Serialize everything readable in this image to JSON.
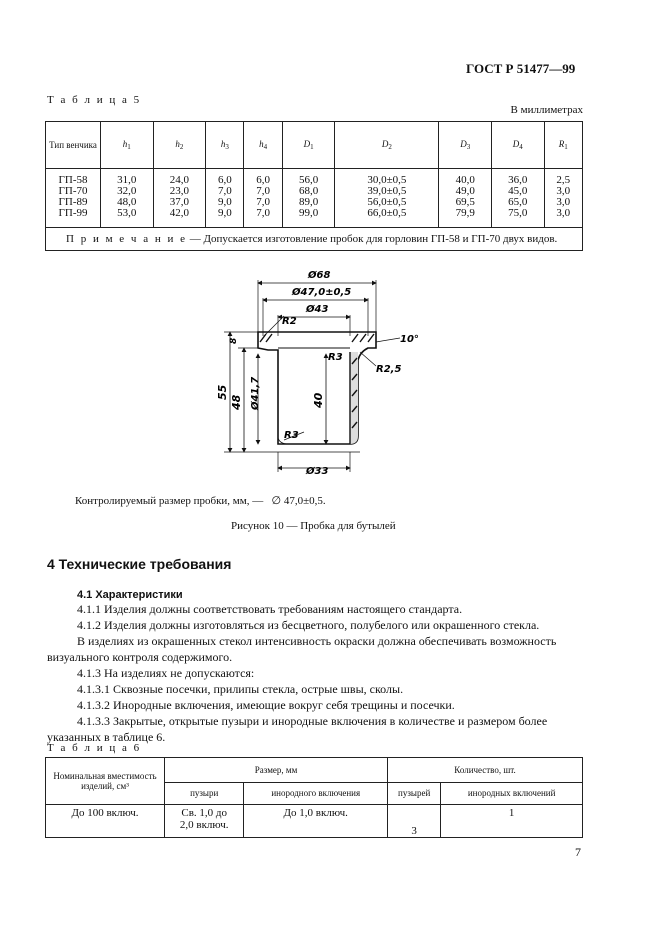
{
  "header": {
    "standard": "ГОСТ Р 51477—99"
  },
  "table5": {
    "caption": "Т а б л и ц а  5",
    "units": "В миллиметрах",
    "col_type": "Тип венчика",
    "headers": [
      "h",
      "h",
      "h",
      "h",
      "D",
      "D",
      "D",
      "D",
      "R"
    ],
    "header_subs": [
      "1",
      "2",
      "3",
      "4",
      "1",
      "2",
      "3",
      "4",
      "1"
    ],
    "columns": [
      [
        "ГП-58",
        "ГП-70",
        "ГП-89",
        "ГП-99"
      ],
      [
        "31,0",
        "32,0",
        "48,0",
        "53,0"
      ],
      [
        "24,0",
        "23,0",
        "37,0",
        "42,0"
      ],
      [
        "6,0",
        "7,0",
        "9,0",
        "9,0"
      ],
      [
        "6,0",
        "7,0",
        "7,0",
        "7,0"
      ],
      [
        "56,0",
        "68,0",
        "89,0",
        "99,0"
      ],
      [
        "30,0±0,5",
        "39,0±0,5",
        "56,0±0,5",
        "66,0±0,5"
      ],
      [
        "40,0",
        "49,0",
        "69,5",
        "79,9"
      ],
      [
        "36,0",
        "45,0",
        "65,0",
        "75,0"
      ],
      [
        "2,5",
        "3,0",
        "3,0",
        "3,0"
      ]
    ],
    "note_label": "П р и м е ч а н и е",
    "note_text": " — Допускается изготовление пробок для горловин ГП-58 и ГП-70 двух видов."
  },
  "figure": {
    "dims": {
      "d68": "Ø68",
      "d47": "Ø47,0±0,5",
      "d43": "Ø43",
      "r2": "R2",
      "eight": "8",
      "angle": "10°",
      "r3_top": "R3",
      "r25": "R2,5",
      "h55": "55",
      "h48": "48",
      "d41": "Ø41,7",
      "h40": "40",
      "r3_bot": "R3",
      "d33": "Ø33"
    },
    "control_label": "Контролируемый размер пробки, мм, —",
    "control_value": "∅ 47,0±0,5.",
    "caption": "Рисунок 10 — Пробка для бутылей"
  },
  "section": {
    "title": "4 Технические требования",
    "sub": "4.1 Характеристики",
    "paragraphs": [
      "4.1.1  Изделия должны соответствовать требованиям настоящего стандарта.",
      "4.1.2  Изделия должны изготовляться из бесцветного, полубелого или окрашенного стекла.",
      "В изделиях из окрашенных стекол интенсивность окраски должна обеспечивать возможность",
      "визуального контроля содержимого.",
      "4.1.3  На изделиях не допускаются:",
      "4.1.3.1  Сквозные посечки, прилипы стекла, острые швы, сколы.",
      "4.1.3.2  Инородные включения, имеющие вокруг себя трещины и посечки.",
      "4.1.3.3  Закрытые, открытые пузыри и инородные включения в количестве и размером более",
      "указанных в таблице 6."
    ]
  },
  "table6": {
    "caption": "Т а б л и ц а  6",
    "h_capacity": "Номинальная вместимость изделий, см³",
    "h_size": "Размер, мм",
    "h_count": "Количество, шт.",
    "h_bubbles": "пузыри",
    "h_inclusion": "инородного включения",
    "h_bubbles_count": "пузырей",
    "h_inclusions_count": "инородных включений",
    "row": {
      "capacity": "До 100 включ.",
      "bubble_size_1": "Св. 1,0 до",
      "bubble_size_2": "2,0 включ.",
      "inclusion_size": "До 1,0 включ.",
      "bubbles_count": "3",
      "inclusions_count": "1"
    }
  },
  "page_number": "7"
}
